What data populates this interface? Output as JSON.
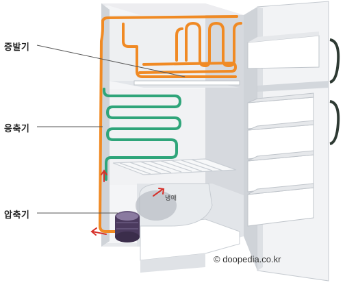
{
  "labels": {
    "evaporator": "증발기",
    "condenser": "응축기",
    "compressor": "압축기",
    "refrigerant": "냉매"
  },
  "copyright": "© doopedia.co.kr",
  "colors": {
    "hot_pipe": "#f08a24",
    "cold_pipe": "#2fa57a",
    "arrow": "#d6312a",
    "compressor": "#4b3a5e"
  }
}
